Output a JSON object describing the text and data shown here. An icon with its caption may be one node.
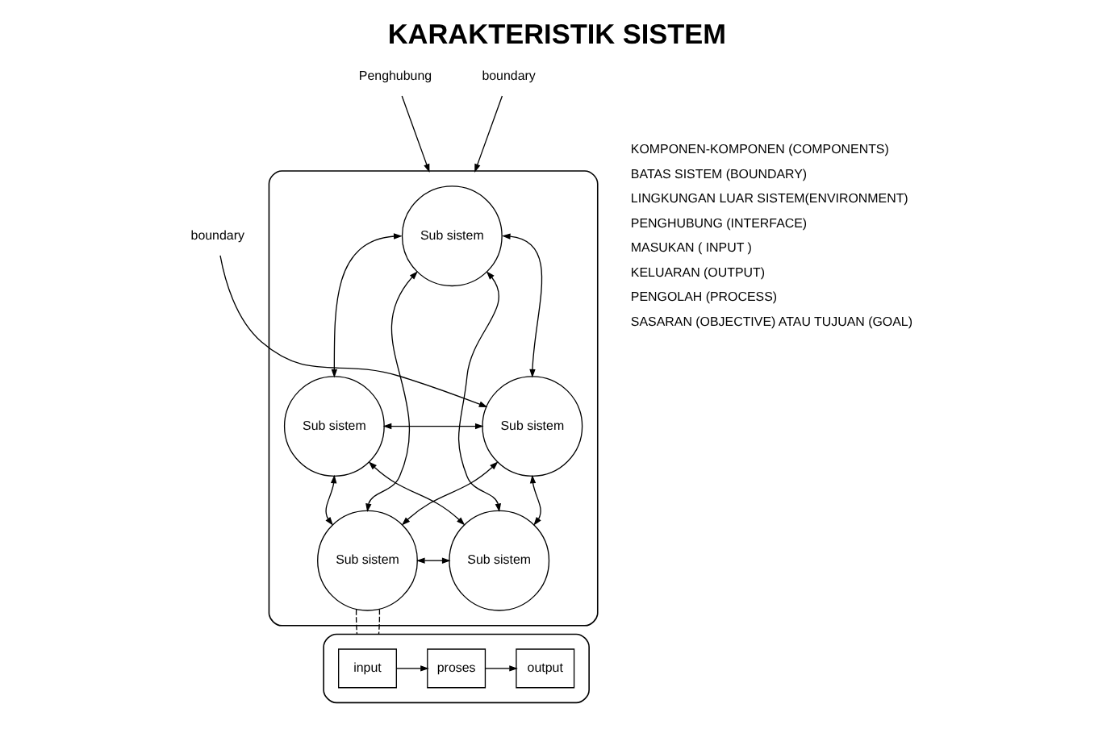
{
  "diagram": {
    "title": "KARAKTERISTIK SISTEM",
    "nodes": [
      {
        "text": [],
        "shape": "ellipse"
      },
      {
        "text": [
          "Sub sistem"
        ],
        "in": 0
      },
      {
        "text": [
          "Sub sistem"
        ],
        "in": 0
      },
      {
        "text": [
          "Sub sistem"
        ],
        "in": 0
      },
      {
        "text": [
          "Sub sistem"
        ],
        "in": 0
      },
      {
        "text": [
          "Sub sistem"
        ],
        "in": 0
      },
      {
        "text": [],
        "shape": "ellipse"
      },
      {
        "text": [
          "input"
        ],
        "in": 6
      },
      {
        "text": [
          "proses"
        ],
        "in": 6
      },
      {
        "text": [
          "output"
        ],
        "in": 6
      },
      {
        "text": [
          "Penghubung"
        ]
      },
      {
        "text": [
          "boundary"
        ]
      },
      {
        "text": [
          "boundary"
        ]
      }
    ],
    "edges": [
      {
        "from": 1,
        "to": 2,
        "arrow": "both"
      },
      {
        "from": 1,
        "to": 3,
        "arrow": "both"
      },
      {
        "from": 2,
        "to": 3,
        "arrow": "both"
      },
      {
        "from": 1,
        "to": 4,
        "arrow": "both"
      },
      {
        "from": 1,
        "to": 5,
        "arrow": "both"
      },
      {
        "from": 2,
        "to": 4,
        "arrow": "both"
      },
      {
        "from": 2,
        "to": 5,
        "arrow": "both"
      },
      {
        "from": 3,
        "to": 4,
        "arrow": "both"
      },
      {
        "from": 3,
        "to": 5,
        "arrow": "both"
      },
      {
        "from": 4,
        "to": 5,
        "arrow": "both"
      },
      {
        "from": 10,
        "to": 0,
        "arrow": "to"
      },
      {
        "from": 11,
        "to": 3,
        "arrow": "to"
      },
      {
        "from": 12,
        "to": 0,
        "arrow": "to"
      },
      {
        "from": 4,
        "to": 6,
        "arrow": "none",
        "style": "dashed"
      },
      {
        "from": 4,
        "to": 6,
        "arrow": "none",
        "style": "dashed"
      },
      {
        "from": 7,
        "to": 8,
        "arrow": "to"
      },
      {
        "from": 8,
        "to": 9,
        "arrow": "to"
      }
    ],
    "labels": [
      "KOMPONEN-KOMPONEN (COMPONENTS)",
      "BATAS SISTEM (BOUNDARY)",
      "LINGKUNGAN LUAR SISTEM(ENVIRONMENT)",
      "PENGHUBUNG (INTERFACE)",
      "MASUKAN ( INPUT )",
      "KELUARAN (OUTPUT)",
      "PENGOLAH (PROCESS)",
      "SASARAN (OBJECTIVE) ATAU TUJUAN (GOAL)"
    ]
  }
}
